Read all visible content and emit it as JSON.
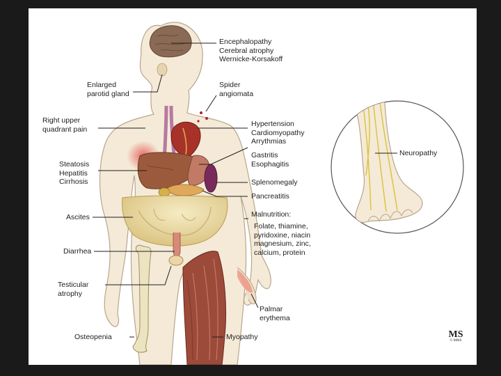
{
  "labels": {
    "encephalopathy": [
      "Encephalopathy",
      "Cerebral atrophy",
      "Wernicke-Korsakoff"
    ],
    "parotid": [
      "Enlarged",
      "parotid gland"
    ],
    "spider": [
      "Spider",
      "angiomata"
    ],
    "ruq": [
      "Right upper",
      "quadrant pain"
    ],
    "hypertension": [
      "Hypertension",
      "Cardiomyopathy",
      "Arrythmias"
    ],
    "steatosis": [
      "Steatosis",
      "Hepatitis",
      "Cirrhosis"
    ],
    "gastritis": [
      "Gastritis",
      "Esophagitis"
    ],
    "splenomegaly": [
      "Splenomegaly"
    ],
    "pancreatitis": [
      "Pancreatitis"
    ],
    "ascites": [
      "Ascites"
    ],
    "malnutrition_title": [
      "Malnutrition:"
    ],
    "malnutrition_list": [
      "Folate, thiamine,",
      "pyridoxine, niacin",
      "magnesium, zinc,",
      "calcium, protein"
    ],
    "diarrhea": [
      "Diarrhea"
    ],
    "testicular": [
      "Testicular",
      "atrophy"
    ],
    "palmar": [
      "Palmar",
      "erythema"
    ],
    "osteopenia": [
      "Osteopenia"
    ],
    "myopathy": [
      "Myopathy"
    ],
    "neuropathy": [
      "Neuropathy"
    ]
  },
  "logo": {
    "mark": "MS",
    "small": "© MMS"
  },
  "colors": {
    "skin": "#f4ead7",
    "outline": "#b8a58c",
    "brain": "#8b6a55",
    "heart": "#a8322a",
    "liver": "#9b5a3c",
    "abdomen": "#e8d79a",
    "muscle": "#9c4a3a",
    "bone": "#ece3c0",
    "nerve": "#d9c23a",
    "inflamed": "#e24a4a",
    "leader": "#1e1e1e"
  }
}
